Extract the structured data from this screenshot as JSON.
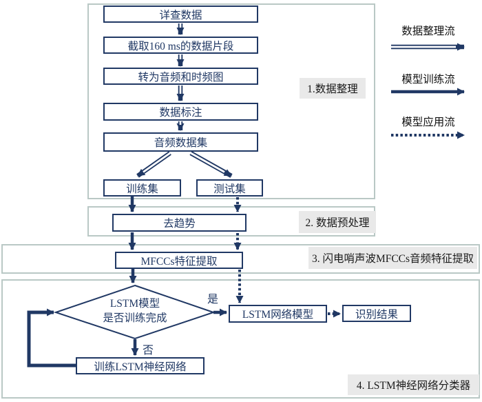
{
  "title": "LSTM whistler-wave recognition flowchart",
  "sections": {
    "s1": {
      "label": "1.数据整理"
    },
    "s2": {
      "label": "2. 数据预处理"
    },
    "s3": {
      "label": "3. 闪电哨声波MFCCs音频特征提取"
    },
    "s4": {
      "label": "4. LSTM神经网络分类器"
    }
  },
  "boxes": {
    "examine": "详查数据",
    "segment": "截取160 ms的数据片段",
    "convert": "转为音频和时频图",
    "annotate": "数据标注",
    "dataset": "音频数据集",
    "train_set": "训练集",
    "test_set": "测试集",
    "detrend": "去趋势",
    "mfcc": "MFCCs特征提取",
    "lstm_model": "LSTM网络模型",
    "result": "识别结果",
    "train_lstm": "训练LSTM神经网络"
  },
  "decision": {
    "line1": "LSTM模型",
    "line2": "是否训练完成",
    "yes": "是",
    "no": "否"
  },
  "legend": {
    "items": [
      {
        "label": "数据整理流",
        "style": "double-line-arrow"
      },
      {
        "label": "模型训练流",
        "style": "solid-arrow"
      },
      {
        "label": "模型应用流",
        "style": "dotted-arrow"
      }
    ]
  },
  "colors": {
    "navy": "#203864",
    "section-border": "#b9c8c5",
    "label-bg": "#e9e9e9",
    "label-text": "#1b1b1b"
  }
}
